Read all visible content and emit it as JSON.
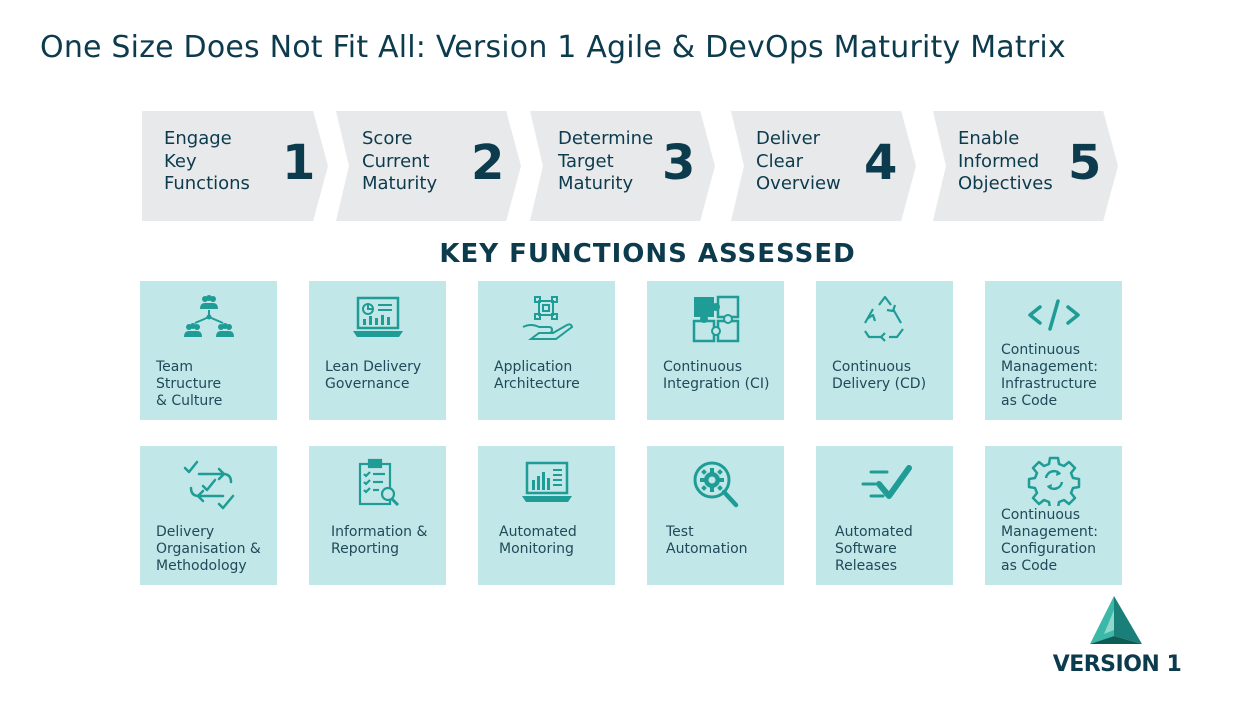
{
  "title": "One Size Does Not Fit All: Version 1 Agile & DevOps Maturity Matrix",
  "steps": [
    {
      "lines": [
        "Engage",
        "Key",
        "Functions"
      ],
      "number": "1"
    },
    {
      "lines": [
        "Score",
        "Current",
        "Maturity"
      ],
      "number": "2"
    },
    {
      "lines": [
        "Determine",
        "Target",
        "Maturity"
      ],
      "number": "3"
    },
    {
      "lines": [
        "Deliver",
        "Clear",
        "Overview"
      ],
      "number": "4"
    },
    {
      "lines": [
        "Enable",
        "Informed",
        "Objectives"
      ],
      "number": "5"
    }
  ],
  "key_functions_heading": "KEY FUNCTIONS ASSESSED",
  "functions": [
    {
      "icon": "team-structure-icon",
      "lines": [
        "Team",
        "Structure",
        "& Culture"
      ]
    },
    {
      "icon": "dashboard-laptop-icon",
      "lines": [
        "Lean Delivery",
        "Governance"
      ]
    },
    {
      "icon": "architecture-hand-icon",
      "lines": [
        "Application",
        "Architecture"
      ]
    },
    {
      "icon": "puzzle-icon",
      "lines": [
        "Continuous",
        "Integration (CI)"
      ]
    },
    {
      "icon": "recycle-icon",
      "lines": [
        "Continuous",
        "Delivery (CD)"
      ]
    },
    {
      "icon": "code-brackets-icon",
      "lines": [
        "Continuous",
        "Management:",
        "Infrastructure",
        "as Code"
      ]
    },
    {
      "icon": "delivery-cycle-icon",
      "lines": [
        "Delivery",
        "Organisation &",
        "Methodology"
      ]
    },
    {
      "icon": "clipboard-search-icon",
      "lines": [
        "Information &",
        "Reporting"
      ]
    },
    {
      "icon": "monitor-laptop-icon",
      "lines": [
        "Automated",
        "Monitoring"
      ]
    },
    {
      "icon": "gear-magnifier-icon",
      "lines": [
        "Test",
        "Automation"
      ]
    },
    {
      "icon": "fast-check-icon",
      "lines": [
        "Automated",
        "Software",
        "Releases"
      ]
    },
    {
      "icon": "gear-refresh-icon",
      "lines": [
        "Continuous",
        "Management:",
        "Configuration",
        "as Code"
      ]
    }
  ],
  "logo": {
    "text": "VERSION 1"
  },
  "colors": {
    "navy": "#0d3b4e",
    "teal": "#1e9c95",
    "tile": "#c2e7e8",
    "step": "#e8e9ea"
  }
}
